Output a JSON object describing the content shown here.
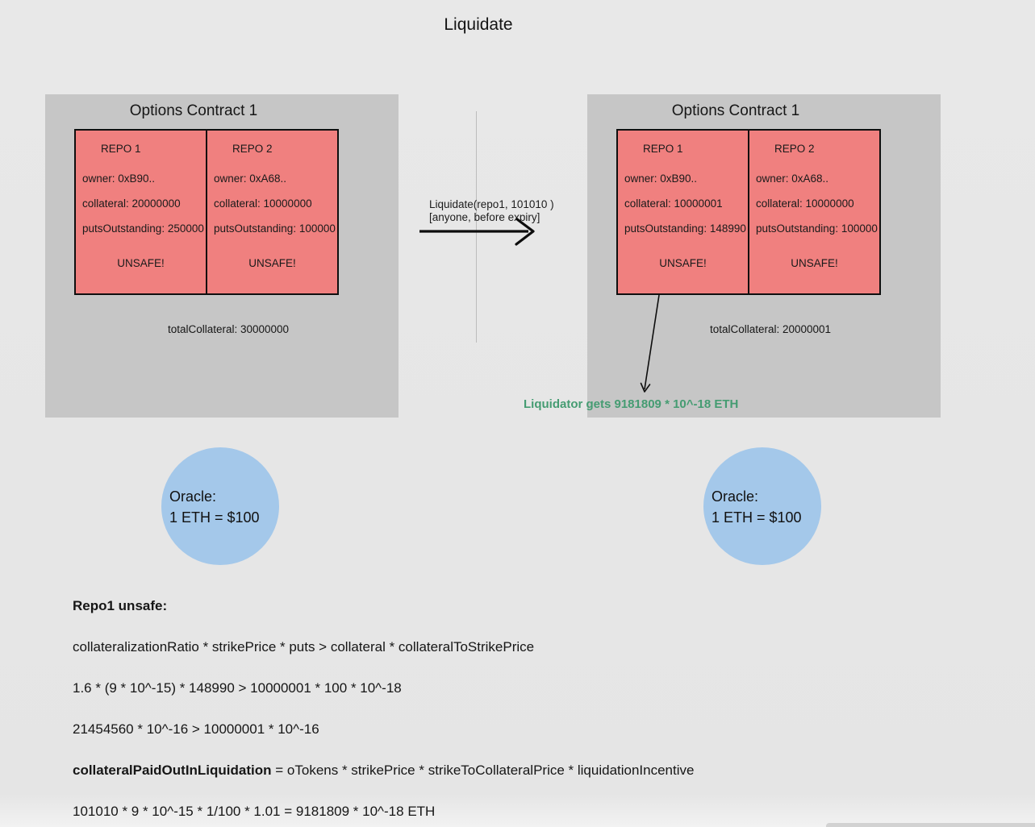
{
  "page": {
    "title": "Liquidate"
  },
  "colors": {
    "background": "#e7e7e7",
    "panel_fill": "#c6c6c6",
    "repo_fill": "#f0807f",
    "oracle_fill": "#a4c8ea",
    "note_green": "#459c72"
  },
  "transition": {
    "call": "Liquidate(repo1, 101010 )",
    "condition": "[anyone, before expiry]"
  },
  "contracts": {
    "before": {
      "title": "Options Contract 1",
      "repos": [
        {
          "name": "REPO 1",
          "owner": "owner: 0xB90..",
          "collateral": "collateral: 20000000",
          "puts": "putsOutstanding: 250000",
          "status": "UNSAFE!"
        },
        {
          "name": "REPO 2",
          "owner": "owner: 0xA68..",
          "collateral": "collateral: 10000000",
          "puts": "putsOutstanding: 100000",
          "status": "UNSAFE!"
        }
      ],
      "total": "totalCollateral: 30000000"
    },
    "after": {
      "title": "Options Contract 1",
      "repos": [
        {
          "name": "REPO 1",
          "owner": "owner: 0xB90..",
          "collateral": "collateral: 10000001",
          "puts": "putsOutstanding: 148990",
          "status": "UNSAFE!"
        },
        {
          "name": "REPO 2",
          "owner": "owner: 0xA68..",
          "collateral": "collateral: 10000000",
          "puts": "putsOutstanding: 100000",
          "status": "UNSAFE!"
        }
      ],
      "total": "totalCollateral: 20000001"
    }
  },
  "liquidator_note": "Liquidator gets 9181809 * 10^-18 ETH",
  "oracle_before": {
    "label": "Oracle:",
    "price": "1 ETH = $100"
  },
  "oracle_after": {
    "label": "Oracle:",
    "price": "1 ETH = $100"
  },
  "formulas": {
    "heading": "Repo1 unsafe:",
    "condition": "collateralizationRatio * strikePrice * puts > collateral * collateralToStrikePrice",
    "substitution": "1.6 * (9 * 10^-15) * 148990 > 10000001 * 100 * 10^-18",
    "simplified": "21454560 * 10^-16 > 10000001 * 10^-16",
    "payout_term": "collateralPaidOutInLiquidation",
    "payout_formula": " = oTokens * strikePrice * strikeToCollateralPrice * liquidationIncentive",
    "payout_calc": "101010 * 9 * 10^-15 * 1/100 * 1.01 = 9181809 * 10^-18 ETH"
  }
}
